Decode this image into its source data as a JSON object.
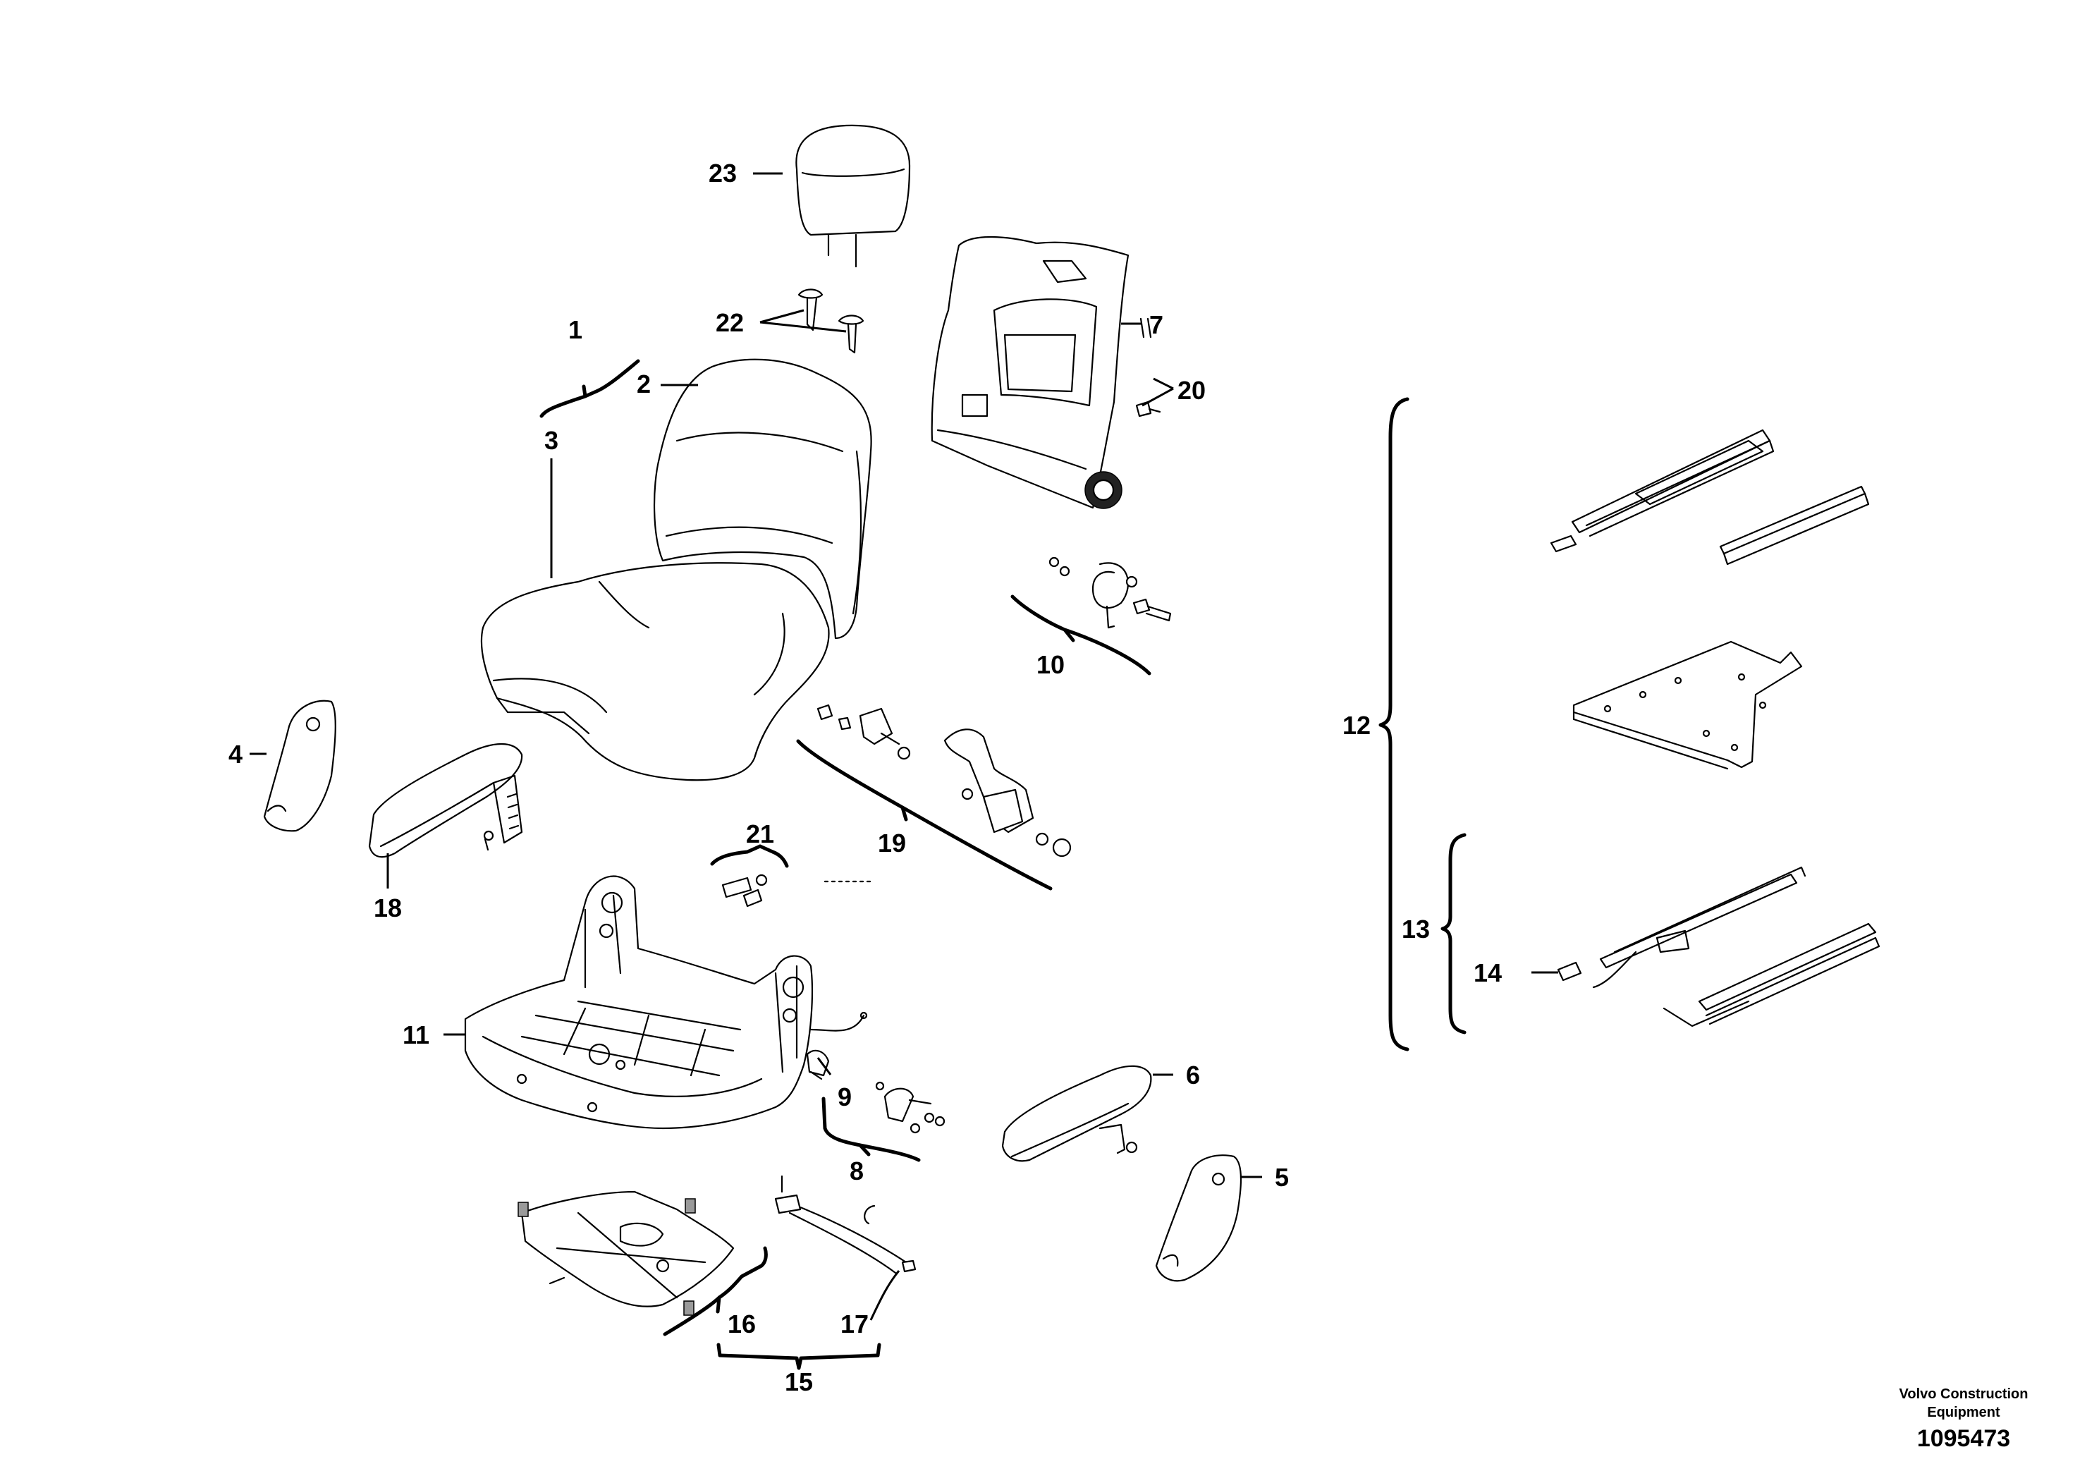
{
  "diagram": {
    "callouts": {
      "c1": "1",
      "c2": "2",
      "c3": "3",
      "c4": "4",
      "c5": "5",
      "c6": "6",
      "c7": "7",
      "c8": "8",
      "c9": "9",
      "c10": "10",
      "c11": "11",
      "c12": "12",
      "c13": "13",
      "c14": "14",
      "c15": "15",
      "c16": "16",
      "c17": "17",
      "c18": "18",
      "c19": "19",
      "c20": "20",
      "c21": "21",
      "c22": "22",
      "c23": "23"
    },
    "credit_line1": "Volvo Construction",
    "credit_line2": "Equipment",
    "document_number": "1095473"
  }
}
